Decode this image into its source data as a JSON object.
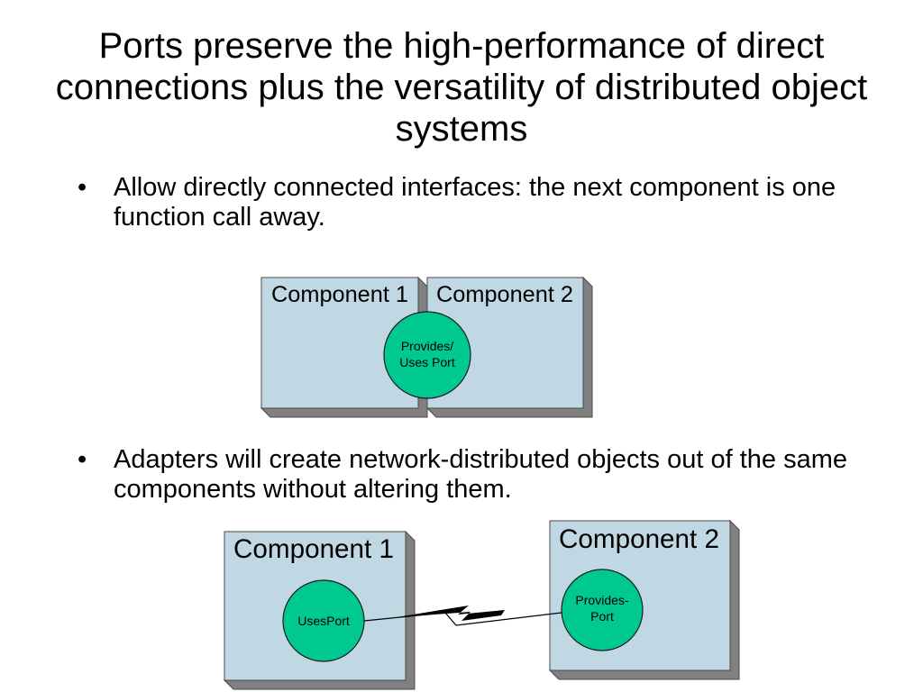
{
  "title": "Ports preserve the high-performance of direct connections plus the versatility of distributed object systems",
  "bullets": [
    {
      "marker": "•",
      "text": "Allow directly connected interfaces: the next component is one function call away."
    },
    {
      "marker": "•",
      "text": "Adapters will create network-distributed objects out of the same components without altering them."
    }
  ],
  "diagram_direct": {
    "component_left": "Component 1",
    "component_right": "Component 2",
    "port_line1": "Provides/",
    "port_line2": "Uses Port"
  },
  "diagram_distributed": {
    "component_left": "Component 1",
    "component_right": "Component 2",
    "uses_port": "UsesPort",
    "provides_port_line1": "Provides-",
    "provides_port_line2": "Port"
  },
  "colors": {
    "box_fill": "#c0d8e4",
    "box_shadow": "#808080",
    "port_fill": "#00c891"
  }
}
